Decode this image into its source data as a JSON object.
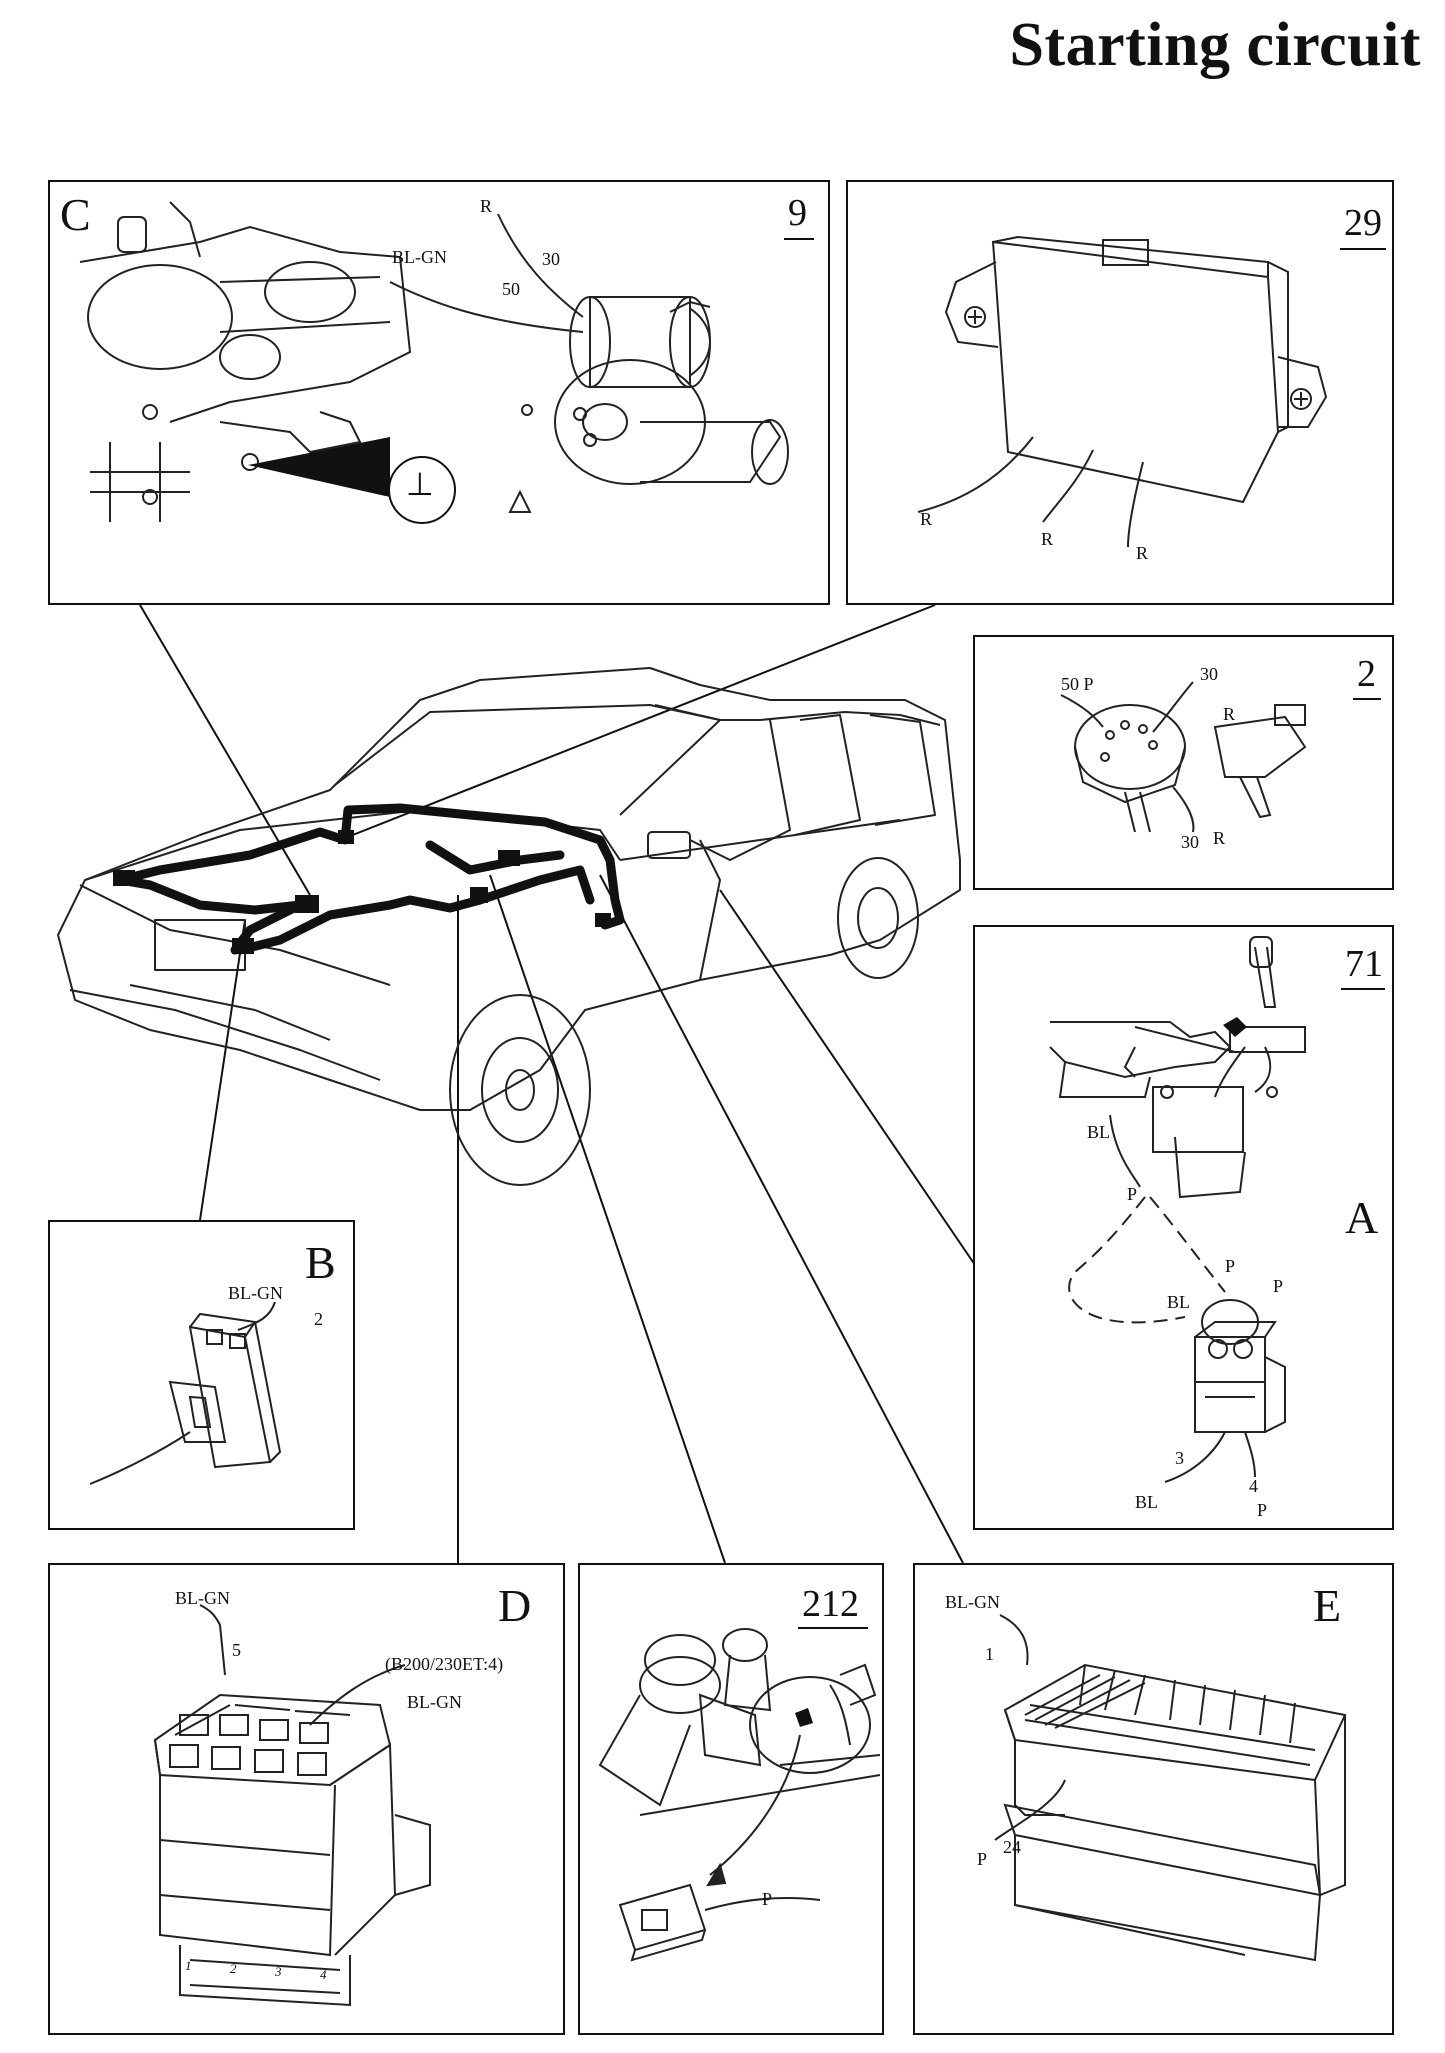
{
  "title": "Starting circuit",
  "panels": {
    "c": {
      "letter": "C",
      "number": "9",
      "r": "R",
      "n30": "30",
      "blgn": "BL-GN",
      "n50": "50",
      "ground_symbol": "⊥"
    },
    "p29": {
      "number": "29",
      "r1": "R",
      "r2": "R",
      "r3": "R"
    },
    "p2": {
      "number": "2",
      "t50p": "50 P",
      "t30a": "30",
      "ra": "R",
      "t30b": "30",
      "rb": "R"
    },
    "p71": {
      "number": "71",
      "letter": "A",
      "bl1": "BL",
      "p1": "P",
      "p2": "P",
      "bl2": "BL",
      "p3": "P",
      "n3": "3",
      "n4": "4",
      "bl3": "BL",
      "p4": "P"
    },
    "b": {
      "letter": "B",
      "blgn": "BL-GN",
      "n2": "2"
    },
    "d": {
      "letter": "D",
      "blgn1": "BL-GN",
      "n5": "5",
      "variant": "(B200/230ET:4)",
      "blgn2": "BL-GN",
      "pins": [
        "1",
        "2",
        "3",
        "4"
      ]
    },
    "p212": {
      "number": "212",
      "p": "P"
    },
    "e": {
      "letter": "E",
      "blgn": "BL-GN",
      "n1": "1",
      "p": "P",
      "n24": "24"
    }
  }
}
